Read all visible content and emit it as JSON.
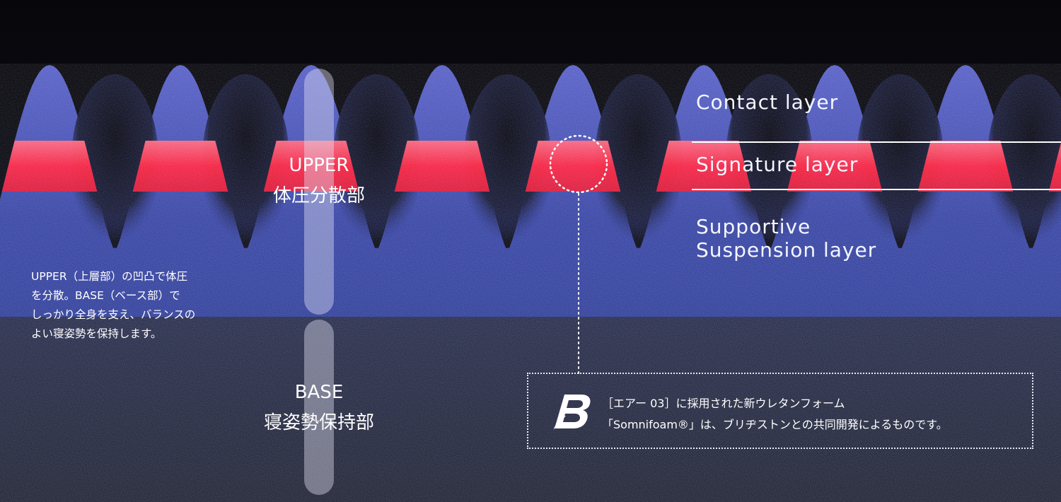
{
  "layers": {
    "contact": "Contact layer",
    "signature": "Signature layer",
    "supportive_line1": "Supportive",
    "supportive_line2": "Suspension layer"
  },
  "upper": {
    "title": "UPPER",
    "subtitle": "体圧分散部",
    "description_lines": [
      "UPPER（上層部）の凹凸で体圧",
      "を分散。BASE（ベース部）で",
      "しっかり全身を支え、バランスの",
      "よい寝姿勢を保持します。"
    ]
  },
  "base": {
    "title": "BASE",
    "subtitle": "寝姿勢保持部"
  },
  "note": {
    "line1": "［エアー 03］に採用された新ウレタンフォーム",
    "line2": "「Somnifoam®」は、ブリヂストンとの共同開発によるものです。"
  },
  "logo": {
    "name": "bridgestone-b-logo",
    "color": "#ffffff"
  },
  "colors": {
    "background_top": "#0b0b10",
    "foam_blue": "#3a49a8",
    "signature_red": "#ff2a4a",
    "base_navy": "#2b3048"
  }
}
